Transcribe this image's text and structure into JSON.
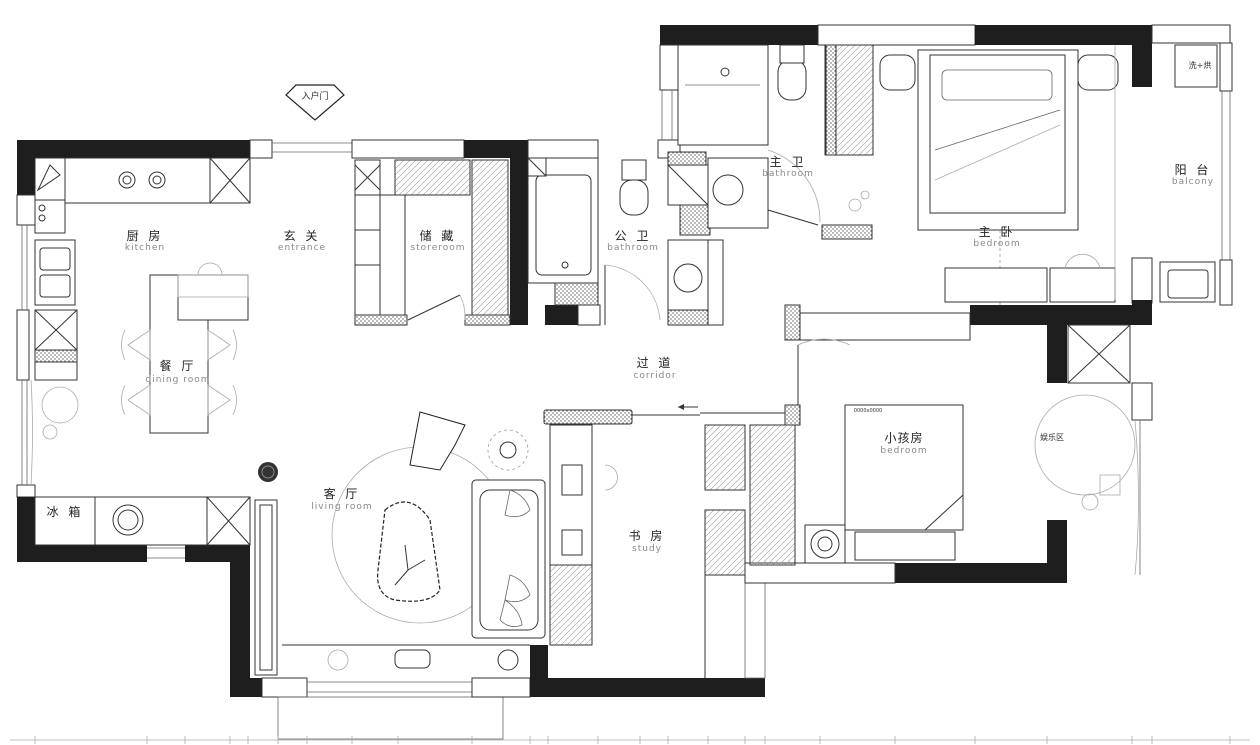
{
  "entrance_tag": "入户门",
  "rooms": [
    {
      "id": "kitchen",
      "cn": "厨 房",
      "en": "kitchen"
    },
    {
      "id": "entrance",
      "cn": "玄 关",
      "en": "entrance"
    },
    {
      "id": "storeroom",
      "cn": "储 藏",
      "en": "storeroom"
    },
    {
      "id": "public-bath",
      "cn": "公 卫",
      "en": "bathroom"
    },
    {
      "id": "master-bath",
      "cn": "主 卫",
      "en": "bathroom"
    },
    {
      "id": "master-bed",
      "cn": "主 卧",
      "en": "bedroom"
    },
    {
      "id": "balcony",
      "cn": "阳 台",
      "en": "balcony"
    },
    {
      "id": "dining",
      "cn": "餐 厅",
      "en": "dining room"
    },
    {
      "id": "corridor",
      "cn": "过 道",
      "en": "corridor"
    },
    {
      "id": "kids-room",
      "cn": "小孩房",
      "en": "bedroom"
    },
    {
      "id": "living",
      "cn": "客 厅",
      "en": "living room"
    },
    {
      "id": "study",
      "cn": "书 房",
      "en": "study"
    }
  ],
  "fixtures": {
    "fridge": "冰 箱",
    "washer": "洗+烘",
    "play_area": "娱乐区",
    "bed_tag": "0000x0000"
  }
}
